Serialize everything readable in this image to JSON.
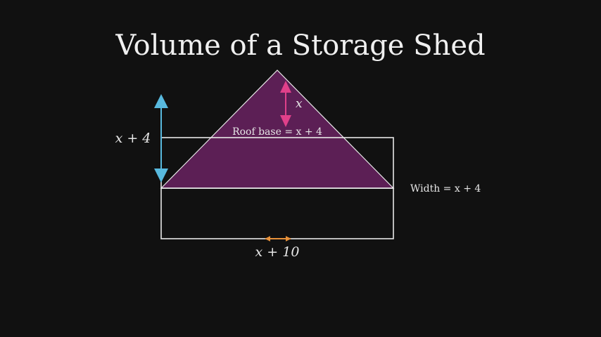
{
  "title": "Volume of a Storage Shed",
  "labels": {
    "height": "x + 4",
    "roof_height": "x",
    "roof_base": "Roof base = x + 4",
    "width": "Width = x + 4",
    "length": "x + 10"
  },
  "colors": {
    "background": "#111111",
    "outline": "#e8e8e8",
    "roof_fill": "#5c1f55",
    "height_arrow": "#58b9de",
    "roof_arrow": "#e0408a",
    "length_arrow": "#e8913a"
  }
}
